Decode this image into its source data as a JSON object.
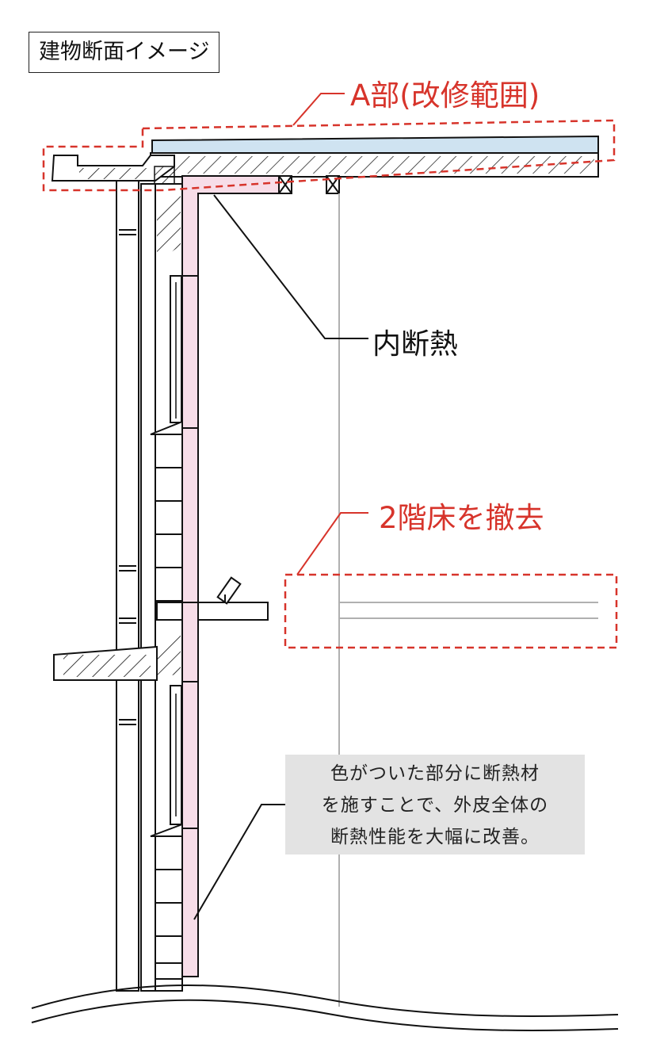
{
  "title": "建物断面イメージ",
  "labels": {
    "a_part": "A部(改修範囲)",
    "inner_insulation": "内断熱",
    "second_floor": "2階床を撤去"
  },
  "note": {
    "lines": [
      "色がついた部分に断熱材",
      "を施すことで、外皮全体の",
      "断熱性能を大幅に改善。"
    ]
  },
  "colors": {
    "accent_red": "#d7342b",
    "insulation_pink": "#f7dde8",
    "roof_blue": "#cfe3f1",
    "note_gray": "#e3e3e3",
    "line_black": "#111111",
    "line_gray": "#b0b0b0"
  }
}
